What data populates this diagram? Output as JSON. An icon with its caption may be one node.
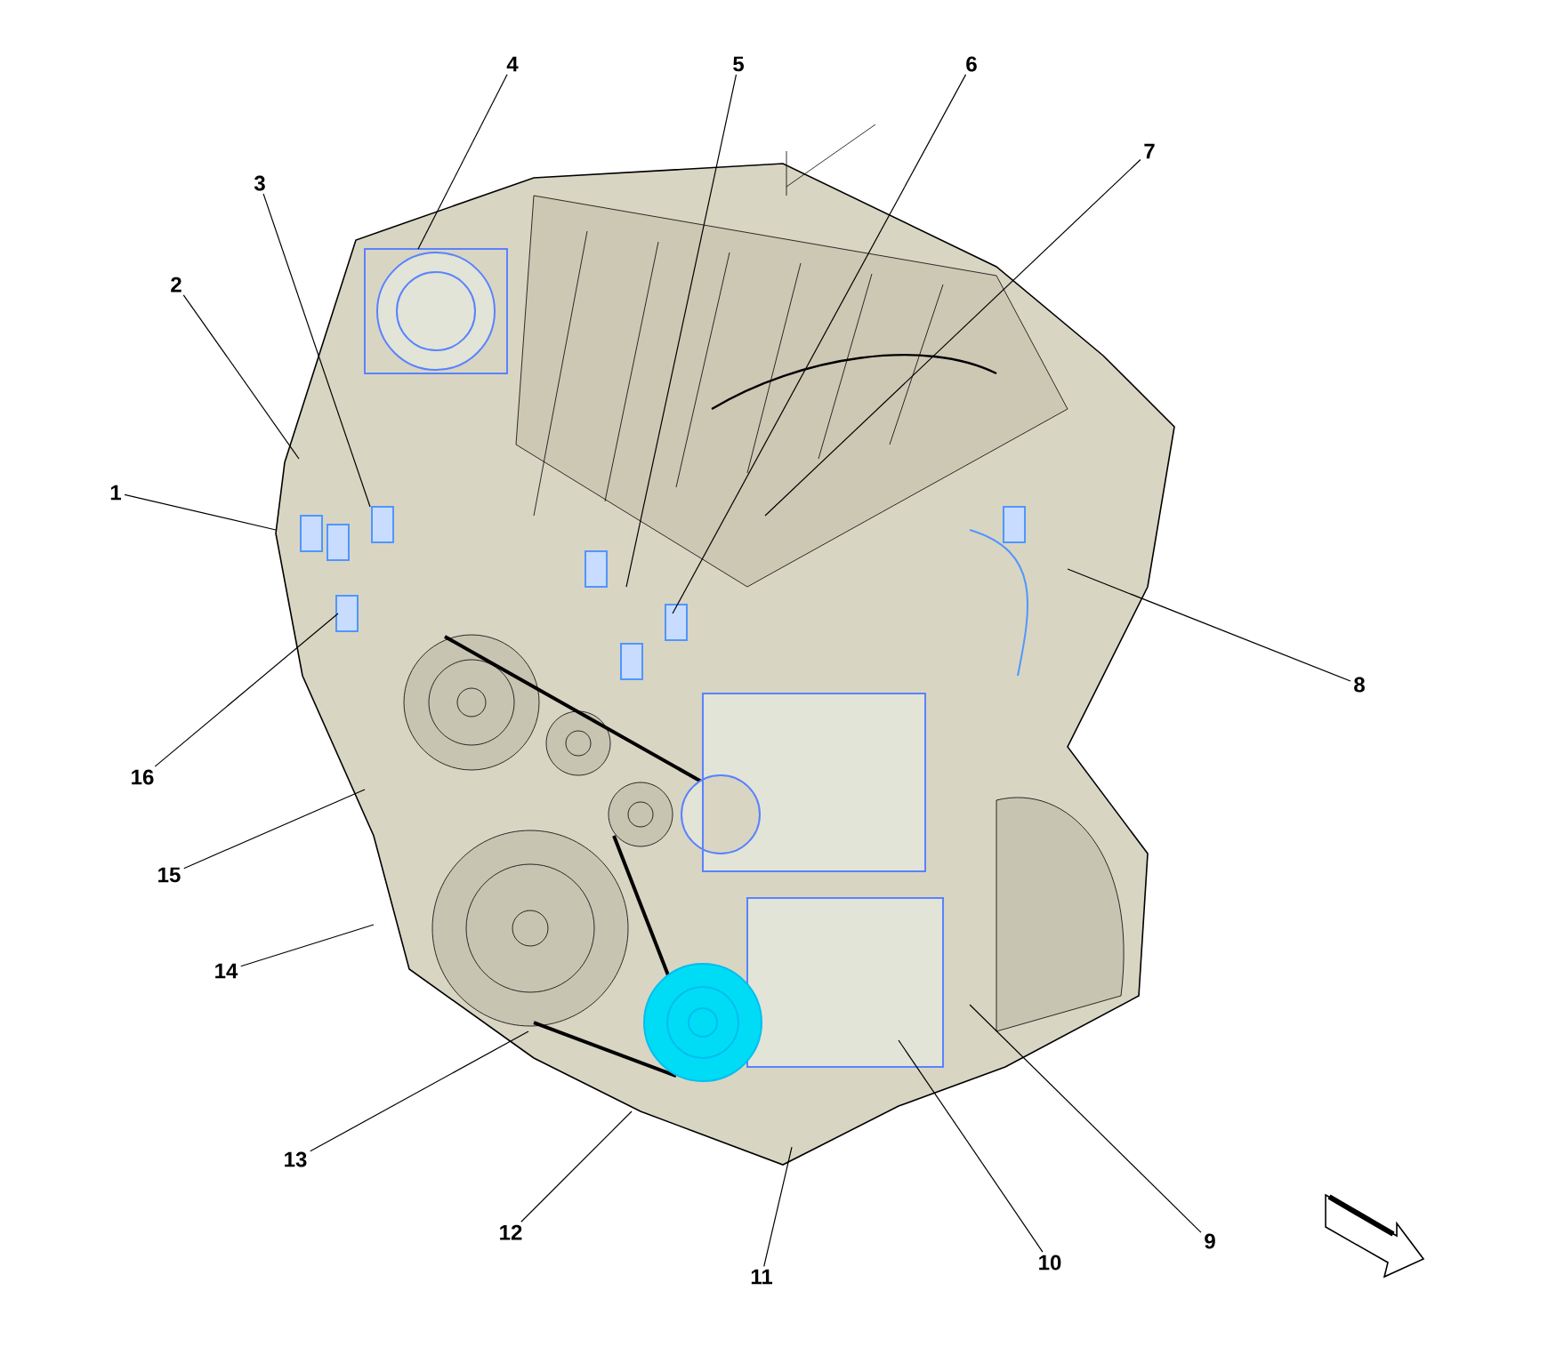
{
  "diagram": {
    "nodes": [
      {
        "text": [
          "1"
        ]
      },
      {
        "text": [
          "2"
        ]
      },
      {
        "text": [
          "3"
        ]
      },
      {
        "text": [
          "4"
        ]
      },
      {
        "text": [
          "5"
        ]
      },
      {
        "text": [
          "6"
        ]
      },
      {
        "text": [
          "7"
        ]
      },
      {
        "text": [
          "8"
        ]
      },
      {
        "text": [
          "9"
        ]
      },
      {
        "text": [
          "10"
        ]
      },
      {
        "text": [
          "11"
        ]
      },
      {
        "text": [
          "12"
        ]
      },
      {
        "text": [
          "13"
        ]
      },
      {
        "text": [
          "14"
        ]
      },
      {
        "text": [
          "15"
        ]
      },
      {
        "text": [
          "16"
        ]
      }
    ],
    "edges": [
      {
        "from": 0,
        "to": null,
        "arrow": "none"
      },
      {
        "from": 1,
        "to": null,
        "arrow": "none"
      },
      {
        "from": 2,
        "to": null,
        "arrow": "none"
      },
      {
        "from": 3,
        "to": null,
        "arrow": "none"
      },
      {
        "from": 4,
        "to": null,
        "arrow": "none"
      },
      {
        "from": 5,
        "to": null,
        "arrow": "none"
      },
      {
        "from": 6,
        "to": null,
        "arrow": "none"
      },
      {
        "from": 7,
        "to": null,
        "arrow": "none"
      },
      {
        "from": 8,
        "to": null,
        "arrow": "none"
      },
      {
        "from": 9,
        "to": null,
        "arrow": "none"
      },
      {
        "from": 10,
        "to": null,
        "arrow": "none"
      },
      {
        "from": 11,
        "to": null,
        "arrow": "none"
      },
      {
        "from": 12,
        "to": null,
        "arrow": "none"
      },
      {
        "from": 13,
        "to": null,
        "arrow": "none"
      },
      {
        "from": 14,
        "to": null,
        "arrow": "none"
      },
      {
        "from": 15,
        "to": null,
        "arrow": "none"
      }
    ]
  }
}
